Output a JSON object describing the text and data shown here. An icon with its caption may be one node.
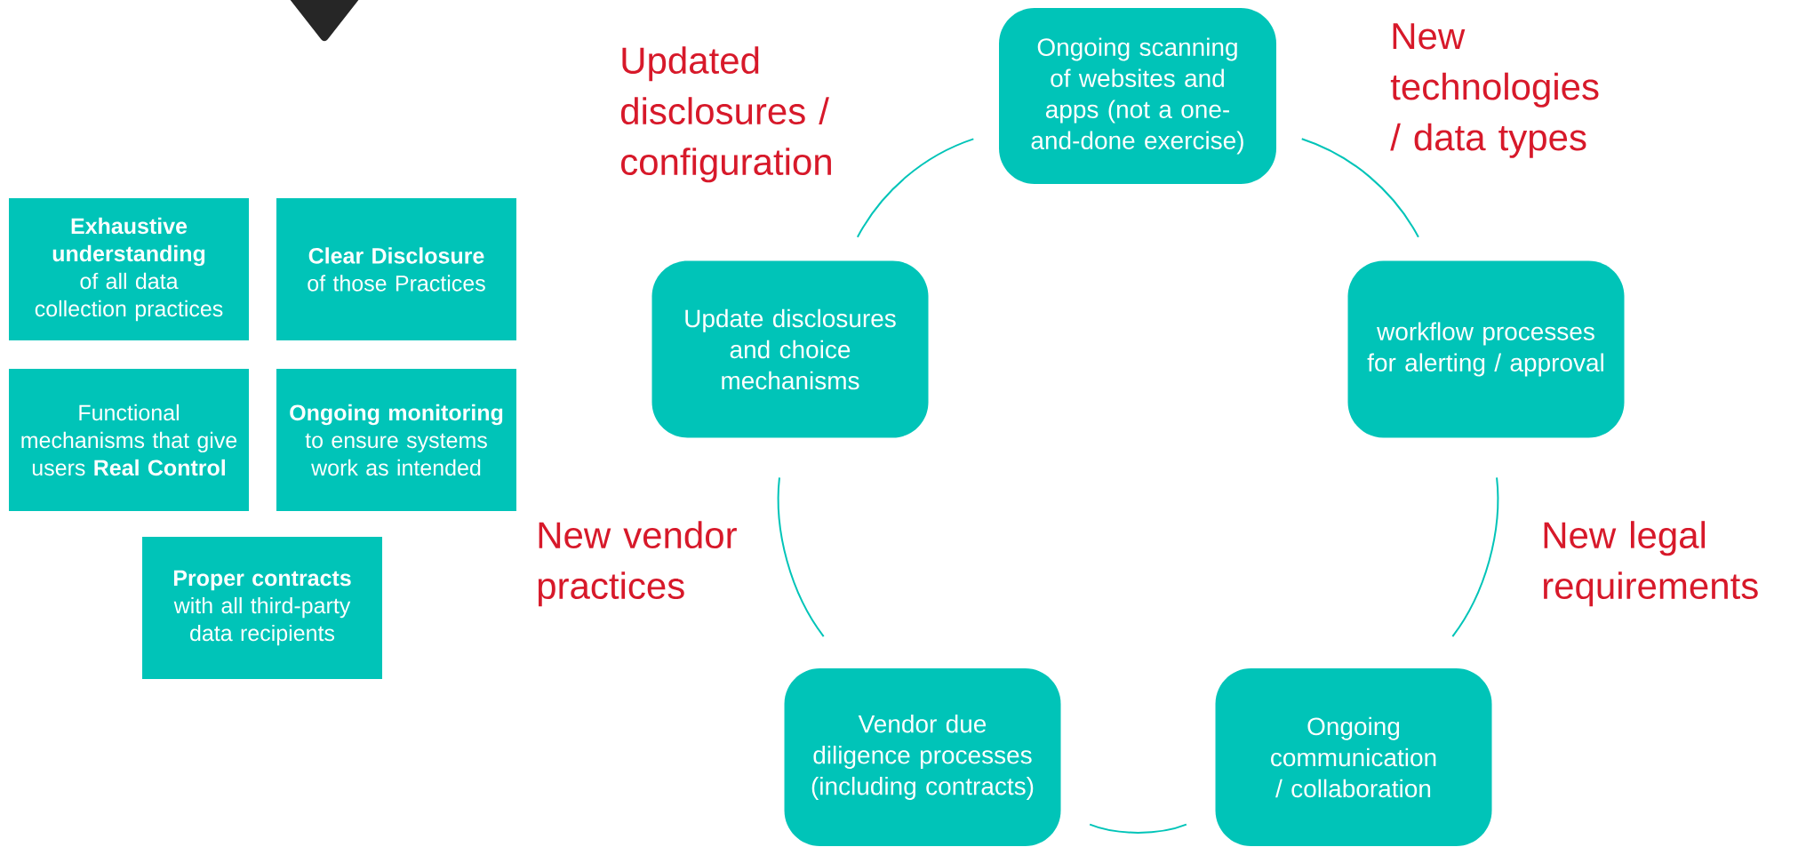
{
  "diagram": {
    "nodes": [
      {
        "text": [
          "**Exhaustive understanding** of all data collection practices"
        ]
      },
      {
        "text": [
          "**Clear Disclosure** of those Practices"
        ]
      },
      {
        "text": [
          "Functional mechanisms that give users **Real Control**"
        ]
      },
      {
        "text": [
          "**Ongoing monitoring** to ensure systems work as intended"
        ]
      },
      {
        "text": [
          "**Proper contracts** with all third-party data recipients"
        ]
      },
      {
        "text": [
          "Ongoing scanning of websites and apps (not a one-and-done exercise)"
        ]
      },
      {
        "text": [
          "workflow processes for alerting / approval"
        ]
      },
      {
        "text": [
          "Ongoing communication / collaboration"
        ]
      },
      {
        "text": [
          "Vendor due diligence processes (including contracts)"
        ]
      },
      {
        "text": [
          "Update disclosures and choice mechanisms"
        ]
      },
      {
        "text": [],
        "shape": "triangle"
      }
    ],
    "edges": [
      {
        "from": 5,
        "to": 6,
        "arrow": "none",
        "label": "New technologies / data types"
      },
      {
        "from": 6,
        "to": 7,
        "arrow": "none",
        "label": "New legal requirements"
      },
      {
        "from": 7,
        "to": 8,
        "arrow": "none"
      },
      {
        "from": 8,
        "to": 9,
        "arrow": "none",
        "label": "New vendor practices"
      },
      {
        "from": 9,
        "to": 5,
        "arrow": "none",
        "label": "Updated disclosures / configuration"
      }
    ]
  }
}
